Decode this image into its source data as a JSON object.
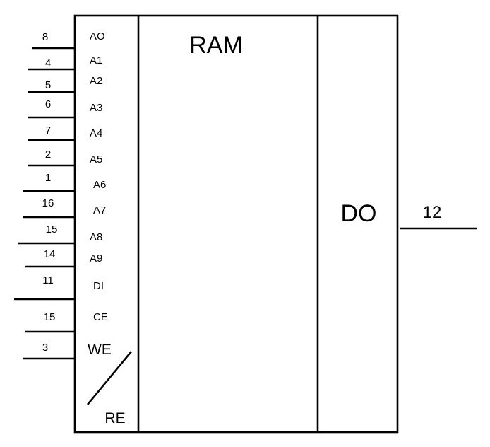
{
  "block": {
    "title": "RAM",
    "output_label": "DO",
    "output_pin": "12",
    "re_label": "RE"
  },
  "pins": [
    {
      "num": "8",
      "label": "AO"
    },
    {
      "num": "4",
      "label": "A1"
    },
    {
      "num": "5",
      "label": "A2"
    },
    {
      "num": "6",
      "label": "A3"
    },
    {
      "num": "7",
      "label": "A4"
    },
    {
      "num": "2",
      "label": "A5"
    },
    {
      "num": "1",
      "label": "A6"
    },
    {
      "num": "16",
      "label": "A7"
    },
    {
      "num": "15",
      "label": "A8"
    },
    {
      "num": "14",
      "label": "A9"
    },
    {
      "num": "11",
      "label": "DI"
    },
    {
      "num": "15",
      "label": "CE"
    },
    {
      "num": "3",
      "label": "WE"
    }
  ]
}
